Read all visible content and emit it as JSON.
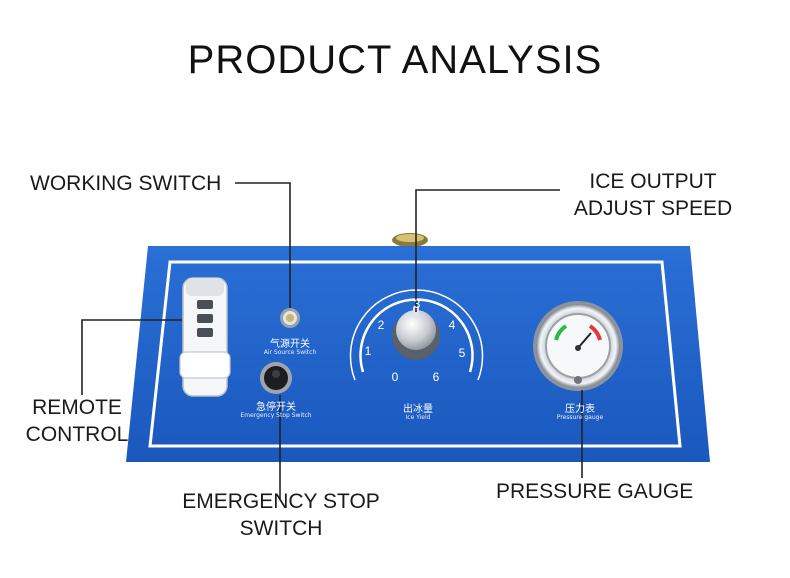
{
  "title": "PRODUCT ANALYSIS",
  "callouts": {
    "working_switch": "WORKING SWITCH",
    "ice_output_line1": "ICE OUTPUT",
    "ice_output_line2": "ADJUST SPEED",
    "remote_line1": "REMOTE",
    "remote_line2": "CONTROL",
    "emergency_line1": "EMERGENCY STOP",
    "emergency_line2": "SWITCH",
    "pressure_gauge": "PRESSURE GAUGE"
  },
  "panel_labels": {
    "air_source_zh": "气源开关",
    "air_source_en": "Air Source Switch",
    "emergency_zh": "急停开关",
    "emergency_en": "Emergency Stop Switch",
    "ice_yield_zh": "出冰量",
    "ice_yield_en": "Ice Yield",
    "pressure_zh": "压力表",
    "pressure_en": "Pressure gauge"
  },
  "dial_ticks": [
    "0",
    "1",
    "2",
    "3",
    "4",
    "5",
    "6"
  ],
  "colors": {
    "panel_blue": "#1f63c9",
    "panel_border": "#ffffff",
    "leader_line": "#222222"
  },
  "icons": {
    "remote": "remote-control-icon",
    "working_switch": "indicator-button-icon",
    "emergency": "emergency-knob-icon",
    "dial": "rotary-knob-icon",
    "gauge": "pressure-gauge-icon"
  }
}
